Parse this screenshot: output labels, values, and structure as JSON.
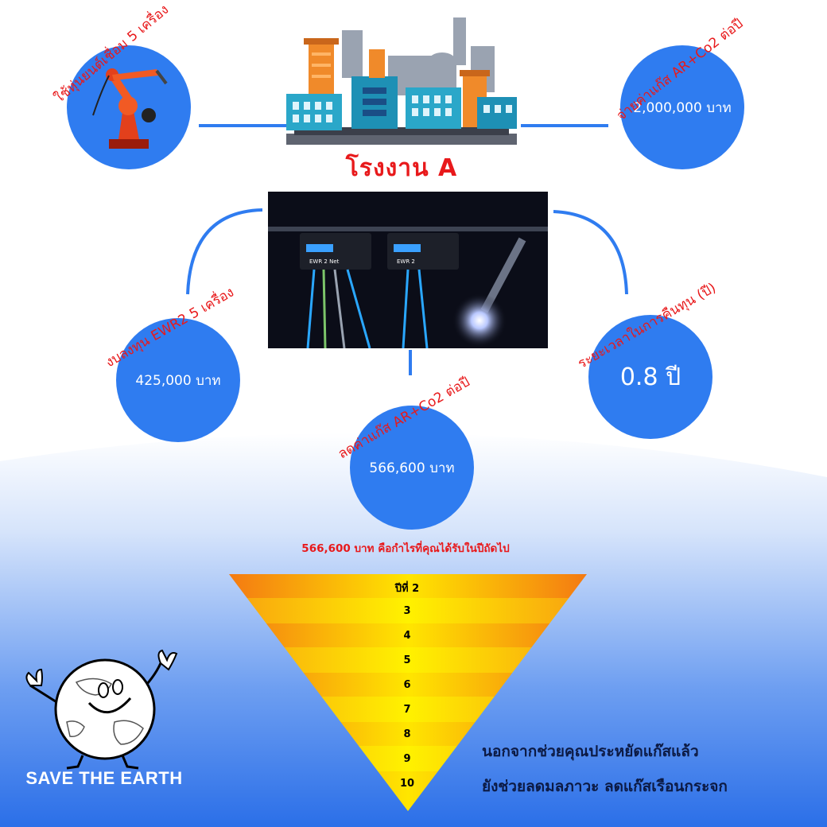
{
  "factory": {
    "title": "โรงงาน A"
  },
  "robots": {
    "label": "ใช้หุ่นยนต์เชื่อม 5 เครื่อง"
  },
  "gas_cost": {
    "label": "จ่ายค่าแก๊ส AR+Co2 ต่อปี",
    "value": "2,000,000 บาท"
  },
  "investment": {
    "label": "งบลงทุน EWR2 5 เครื่อง",
    "value": "425,000 บาท"
  },
  "payback": {
    "label": "ระยะเวลาในการคืนทุน (ปี)",
    "value": "0.8 ปี"
  },
  "savings": {
    "label": "ลดค่าแก๊ส AR+Co2 ต่อปี",
    "value": "566,600 บาท"
  },
  "profit_note": "566,600 บาท คือกำไรที่คุณได้รับในปีถัดไป",
  "pyramid": {
    "years": [
      "ปีที่ 2",
      "3",
      "4",
      "5",
      "6",
      "7",
      "8",
      "9",
      "10"
    ]
  },
  "notes": {
    "line1": "นอกจากช่วยคุณประหยัดแก๊สแล้ว",
    "line2": "ยังช่วยลดมลภาวะ ลดแก๊สเรือนกระจก"
  },
  "mascot": {
    "caption": "SAVE THE EARTH"
  },
  "photo": {
    "device_label_1": "EWR 2 Net",
    "device_label_2": "EWR 2"
  },
  "colors": {
    "accent_red": "#e8191b",
    "circle_blue": "#2f7cf0",
    "text_dark": "#0c1a44"
  }
}
